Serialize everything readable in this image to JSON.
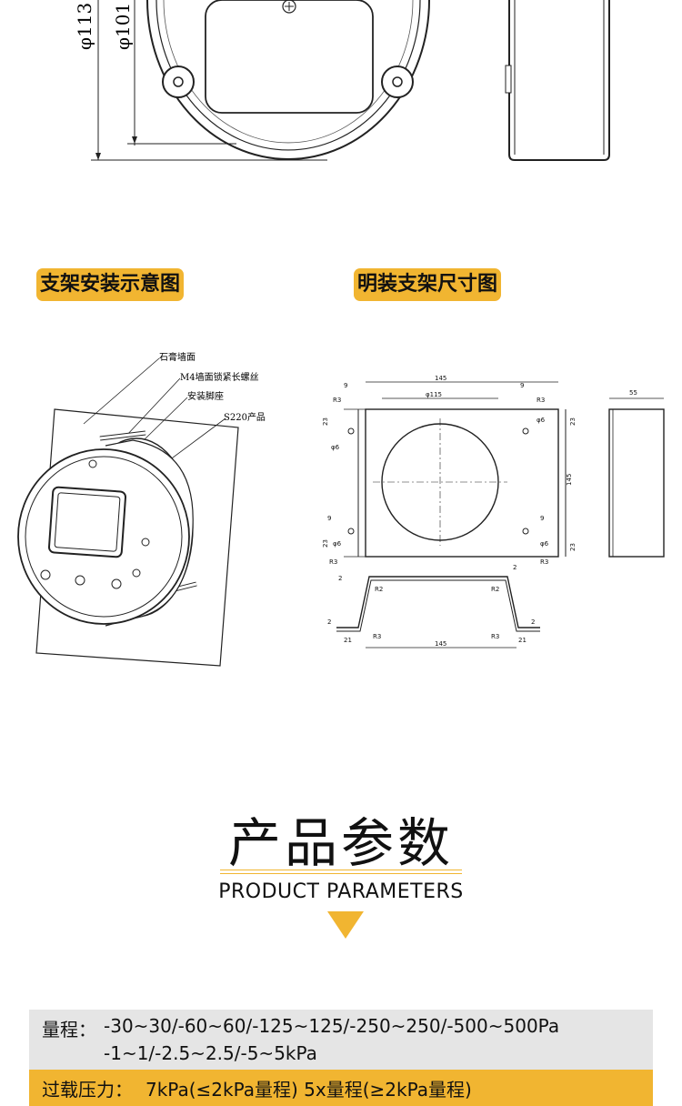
{
  "top_drawing": {
    "dim_outer": "φ113",
    "dim_inner": "φ101"
  },
  "section_labels": {
    "install_diagram": "支架安装示意图",
    "bracket_dimensions": "明装支架尺寸图"
  },
  "install_callouts": {
    "gypsum_wall": "石膏墙面",
    "screw": "M4墙面锁紧长螺丝",
    "mount_foot": "安装脚座",
    "product": "S220产品"
  },
  "bracket_dims": {
    "width_top": "145",
    "circle_dia": "φ115",
    "height": "145",
    "side_width": "55",
    "width_bottom": "145",
    "edge_9": "9",
    "edge_23": "23",
    "hole_r3": "R3",
    "hole_d6": "φ6",
    "bend_2": "2",
    "bend_r2": "R2",
    "bend_21": "21"
  },
  "product_parameters": {
    "title_cn": "产品参数",
    "title_en": "PRODUCT PARAMETERS"
  },
  "params": {
    "range_label": "量程：",
    "range_line1": "-30~30/-60~60/-125~125/-250~250/-500~500Pa",
    "range_line2": "-1~1/-2.5~2.5/-5~5kPa",
    "overload_label": "过载压力：",
    "overload_value": "7kPa(≤2kPa量程)  5x量程(≥2kPa量程)"
  },
  "colors": {
    "accent": "#f1b531",
    "row_gray": "#e5e5e5"
  }
}
